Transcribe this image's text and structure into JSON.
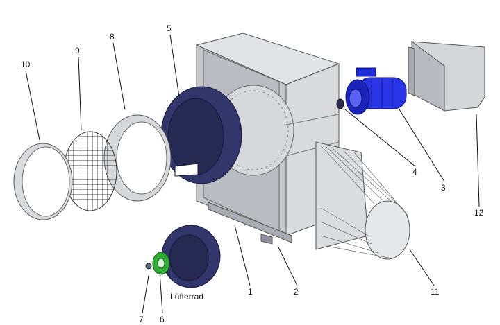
{
  "callouts": [
    {
      "id": "1",
      "text": "1"
    },
    {
      "id": "2",
      "text": "2"
    },
    {
      "id": "3",
      "text": "3"
    },
    {
      "id": "4",
      "text": "4"
    },
    {
      "id": "5",
      "text": "5"
    },
    {
      "id": "6",
      "text": "6"
    },
    {
      "id": "7",
      "text": "7"
    },
    {
      "id": "8",
      "text": "8"
    },
    {
      "id": "9",
      "text": "9"
    },
    {
      "id": "10",
      "text": "10"
    },
    {
      "id": "11",
      "text": "11"
    },
    {
      "id": "12",
      "text": "12"
    }
  ],
  "labels": {
    "impeller": "Lüfterrad"
  },
  "colors": {
    "housing": "#c9cbd0",
    "housing_dark": "#9ea1a8",
    "impeller": "#2b2e5c",
    "motor": "#1f2bd6",
    "hub": "#27a02b",
    "line": "#333333"
  }
}
